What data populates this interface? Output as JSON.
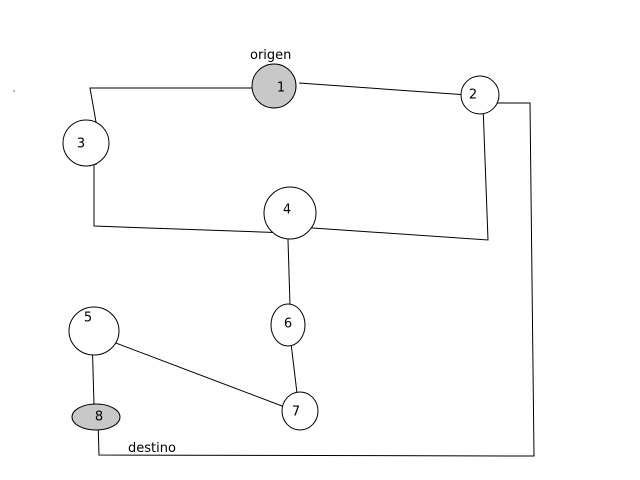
{
  "diagram": {
    "colors": {
      "background": "#ffffff",
      "stroke": "#000000",
      "highlight_fill": "#c8c8c8",
      "default_fill": "#ffffff"
    },
    "nodes": [
      {
        "id": "1",
        "label": "1",
        "highlighted": true
      },
      {
        "id": "2",
        "label": "2",
        "highlighted": false
      },
      {
        "id": "3",
        "label": "3",
        "highlighted": false
      },
      {
        "id": "4",
        "label": "4",
        "highlighted": false
      },
      {
        "id": "5",
        "label": "5",
        "highlighted": false
      },
      {
        "id": "6",
        "label": "6",
        "highlighted": false
      },
      {
        "id": "7",
        "label": "7",
        "highlighted": false
      },
      {
        "id": "8",
        "label": "8",
        "highlighted": true
      }
    ],
    "edges": [
      {
        "from": "1",
        "to": "3"
      },
      {
        "from": "1",
        "to": "2"
      },
      {
        "from": "3",
        "to": "4"
      },
      {
        "from": "2",
        "to": "4"
      },
      {
        "from": "2",
        "to": "8"
      },
      {
        "from": "4",
        "to": "6"
      },
      {
        "from": "6",
        "to": "7"
      },
      {
        "from": "7",
        "to": "5"
      },
      {
        "from": "5",
        "to": "8"
      }
    ],
    "annotations": {
      "origin": "origen",
      "destination": "destino"
    }
  }
}
